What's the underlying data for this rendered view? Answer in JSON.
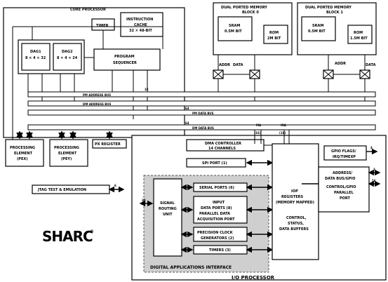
{
  "core": {
    "title": "CORE PROCESSOR"
  },
  "instruction_cache": {
    "line1": "INSTRUCTION",
    "line2": "CACHE",
    "line3": "32 × 48-BIT"
  },
  "timer": {
    "label": "TIMER"
  },
  "dag1": {
    "line1": "DAG1",
    "line2": "8 × 4 × 32"
  },
  "dag2": {
    "line1": "DAG2",
    "line2": "8 × 4 × 24"
  },
  "sequencer": {
    "line1": "PROGRAM",
    "line2": "SEQUENCER"
  },
  "memory_block0": {
    "title_line1": "DUAL PORTED MEMORY",
    "title_line2": "BLOCK 0",
    "sram_line1": "SRAM",
    "sram_line2": "0.5M BIT",
    "rom_line1": "ROM",
    "rom_line2": "2M BIT"
  },
  "memory_block1": {
    "title_line1": "DUAL PORTED MEMORY",
    "title_line2": "BLOCK 1",
    "sram_line1": "SRAM",
    "sram_line2": "0.5M BIT",
    "rom_line1": "ROM",
    "rom_line2": "1.5M BIT"
  },
  "port_labels": {
    "addr_0": "ADDR",
    "data_0": "DATA",
    "addr_1": "ADDR",
    "data_1": "DATA"
  },
  "buses": {
    "pm_address": "PM ADDRESS BUS",
    "dm_address": "DM ADDRESS BUS",
    "pm_data": "PM DATA BUS",
    "dm_data": "DM DATA BUS",
    "width_pm_addr": "32",
    "width_pm_data": "64",
    "width_dm_data": "64",
    "io_a": "MA",
    "io_a_w": "(32)",
    "io_b": "IOA",
    "io_b_w": "(18)"
  },
  "pex": {
    "line1": "PROCESSING",
    "line2": "ELEMENT",
    "line3": "(PEX)"
  },
  "pey": {
    "line1": "PROCESSING",
    "line2": "ELEMENT",
    "line3": "(PEY)"
  },
  "px_register": {
    "label": "PX REGISTER"
  },
  "dma": {
    "line1": "DMA CONTROLLER",
    "line2": "14 CHANNELS"
  },
  "spi": {
    "label": "SPI PORT (1)"
  },
  "serial": {
    "label": "SERIAL PORTS (6)"
  },
  "input_ports": {
    "line1": "INPUT",
    "line2": "DATA PORTS (8)",
    "line3": "PARALLEL DATA",
    "line4": "ACQUISITION PORT"
  },
  "precision_clock": {
    "line1": "PRECISION CLOCK",
    "line2": "GENERATORS (2)"
  },
  "timers": {
    "label": "TIMERS (3)"
  },
  "sru": {
    "line1": "SIGNAL",
    "line2": "ROUTING",
    "line3": "UNIT"
  },
  "iop": {
    "line1": "IOP",
    "line2": "REGISTERS",
    "line3": "(MEMORY MAPPED)",
    "line4": "CONTROL,",
    "line5": "STATUS,",
    "line6": "DATA BUFFERS"
  },
  "gpio": {
    "line1": "GPIO FLAGS/",
    "line2": "IRQ/TIMEXP",
    "width": "4"
  },
  "address_data": {
    "line1": "ADDRESS/",
    "line2": "DATA BUS/GPIO",
    "line3": "CONTROL/GPIO",
    "line4": "PARALLEL",
    "line5": "PORT",
    "w1": "3",
    "w2": "16"
  },
  "jtag": {
    "label": "JTAG TEST & EMULATION",
    "width": "6"
  },
  "dai": {
    "label": "DIGITAL APPLICATIONS INTERFACE",
    "width": "20"
  },
  "io_processor": {
    "label": "I/O PROCESSOR"
  },
  "logo": {
    "text": "SHARC",
    "mark": "®"
  }
}
